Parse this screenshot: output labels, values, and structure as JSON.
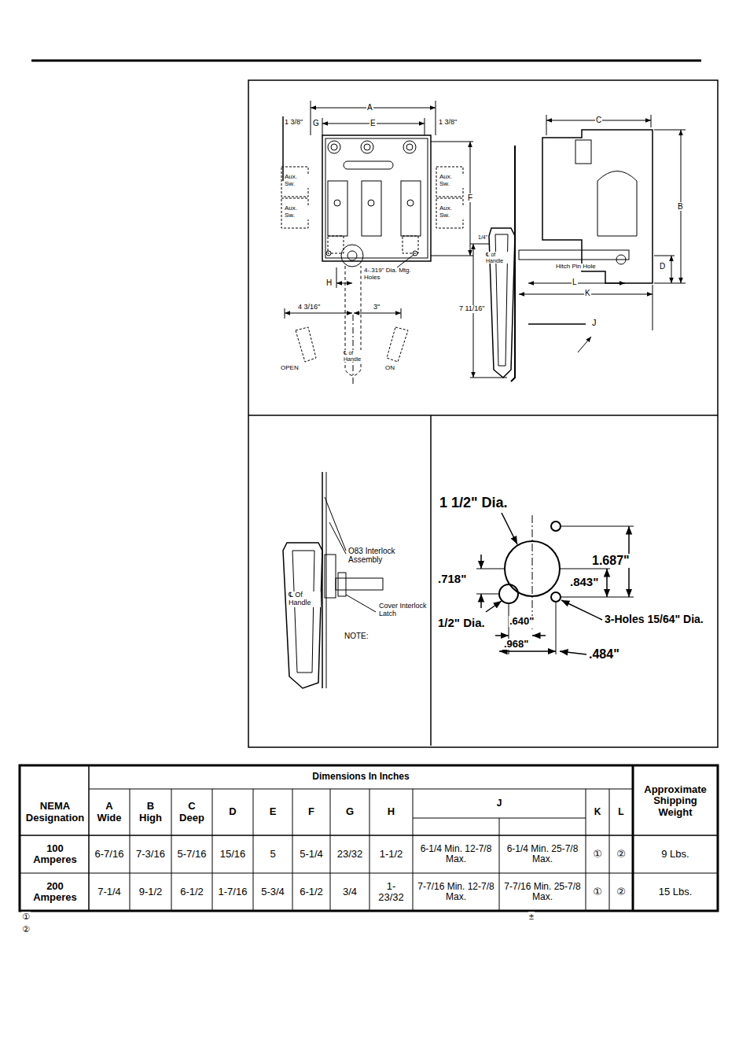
{
  "diagram": {
    "labels": [
      "A",
      "1 3/8\"",
      "G",
      "E",
      "1 3/8\"",
      "Aux. Sw.",
      "Aux. Sw.",
      "Aux. Sw.",
      "Aux. Sw.",
      "F",
      "H",
      "4-.319\" Dia. Mtg. Holes",
      "4 3/16\"",
      "3\"",
      "℄ of Handle",
      "OPEN",
      "ON",
      "C",
      "B",
      "D",
      "1/4\"",
      "℄ of Handle",
      "Hitch Pin Hole",
      "L",
      "K",
      "7 11/16\"",
      "J",
      "O83 Interlock Assembly",
      "℄ Of Handle",
      "Cover Interlock Latch",
      "NOTE:",
      "1 1/2\" Dia.",
      "1.687\"",
      ".718\"",
      ".843\"",
      "1/2\" Dia.",
      ".640\"",
      "3-Holes 15/64\" Dia.",
      ".968\"",
      ".484\"",
      "NEMA Designation",
      "Dimensions In Inches",
      "A Wide",
      "B High",
      "C Deep",
      "D",
      "E",
      "F",
      "G",
      "H",
      "J",
      "K",
      "L",
      "Approximate Shipping Weight",
      "100 Amperes",
      "6-7/16",
      "7-3/16",
      "5-7/16",
      "15/16",
      "5",
      "5-1/4",
      "23/32",
      "1-1/2",
      "6-1/4 Min. 12-7/8 Max.",
      "6-1/4 Min. 25-7/8 Max.",
      "①",
      "②",
      "9 Lbs.",
      "200 Amperes",
      "7-1/4",
      "9-1/2",
      "6-1/2",
      "1-7/16",
      "5-3/4",
      "6-1/2",
      "3/4",
      "1-23/32",
      "7-7/16 Min. 12-7/8 Max.",
      "7-7/16 Min. 25-7/8 Max.",
      "①",
      "②",
      "15 Lbs.",
      "①",
      "②",
      "±"
    ]
  }
}
